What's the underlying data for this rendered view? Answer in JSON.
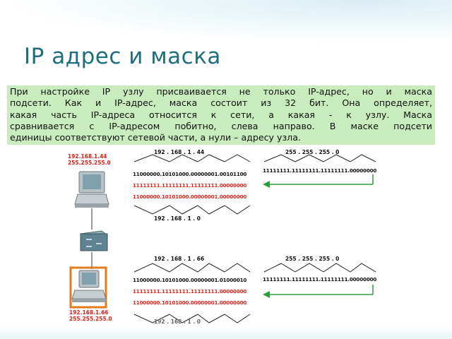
{
  "slide": {
    "title": "IP адрес и маска",
    "body_lines": [
      "При настройке IP узлу присваивается не только IP-адрес, но и маска",
      "подсети. Как и IP-адрес, маска состоит из 32 бит. Она определяет,",
      "какая часть IP-адреса относится к сети, а какая - к узлу. Маска",
      "сравнивается с IP-адресом побитно, слева направо. В маске подсети",
      "единицы соответствуют сетевой части, а нули – адресу узла."
    ]
  },
  "diagram": {
    "host1": {
      "ip": "192.168.1.44",
      "mask": "255.255.255.0"
    },
    "host2": {
      "ip": "192.168.1.66",
      "mask": "255.255.255.0"
    },
    "top": {
      "ip_dotted": "192  .  168  .  1  .  44",
      "ip_binary": "11000000.10101000.00000001.00101100",
      "mask_binary": "11111111.11111111.11111111.00000000",
      "and_binary": "11000000.10101000.00000001.00000000",
      "network_dotted": "192  .  168  .  1  .  0",
      "mask_dotted": "255  .  255  .  255  .  0",
      "mask_binary_right": "11111111.11111111.11111111.00000000"
    },
    "bottom": {
      "ip_dotted": "192  .  168  .  1  .  66",
      "ip_binary": "11000000.10101000.00000001.01000010",
      "mask_binary": "11111111.11111111.11111111.00000000",
      "and_binary": "11000000.10101000.00000001.00000000",
      "network_dotted": "192  .  168  .  1  .  0",
      "mask_dotted": "255  .  255  .  255  .  0",
      "mask_binary_right": "11111111.11111111.11111111.00000000"
    }
  },
  "colors": {
    "title": "#1f6e7e",
    "textbox_bg": "#c8ecbd",
    "red": "#e0261c",
    "arrow": "#2e9e3b"
  }
}
